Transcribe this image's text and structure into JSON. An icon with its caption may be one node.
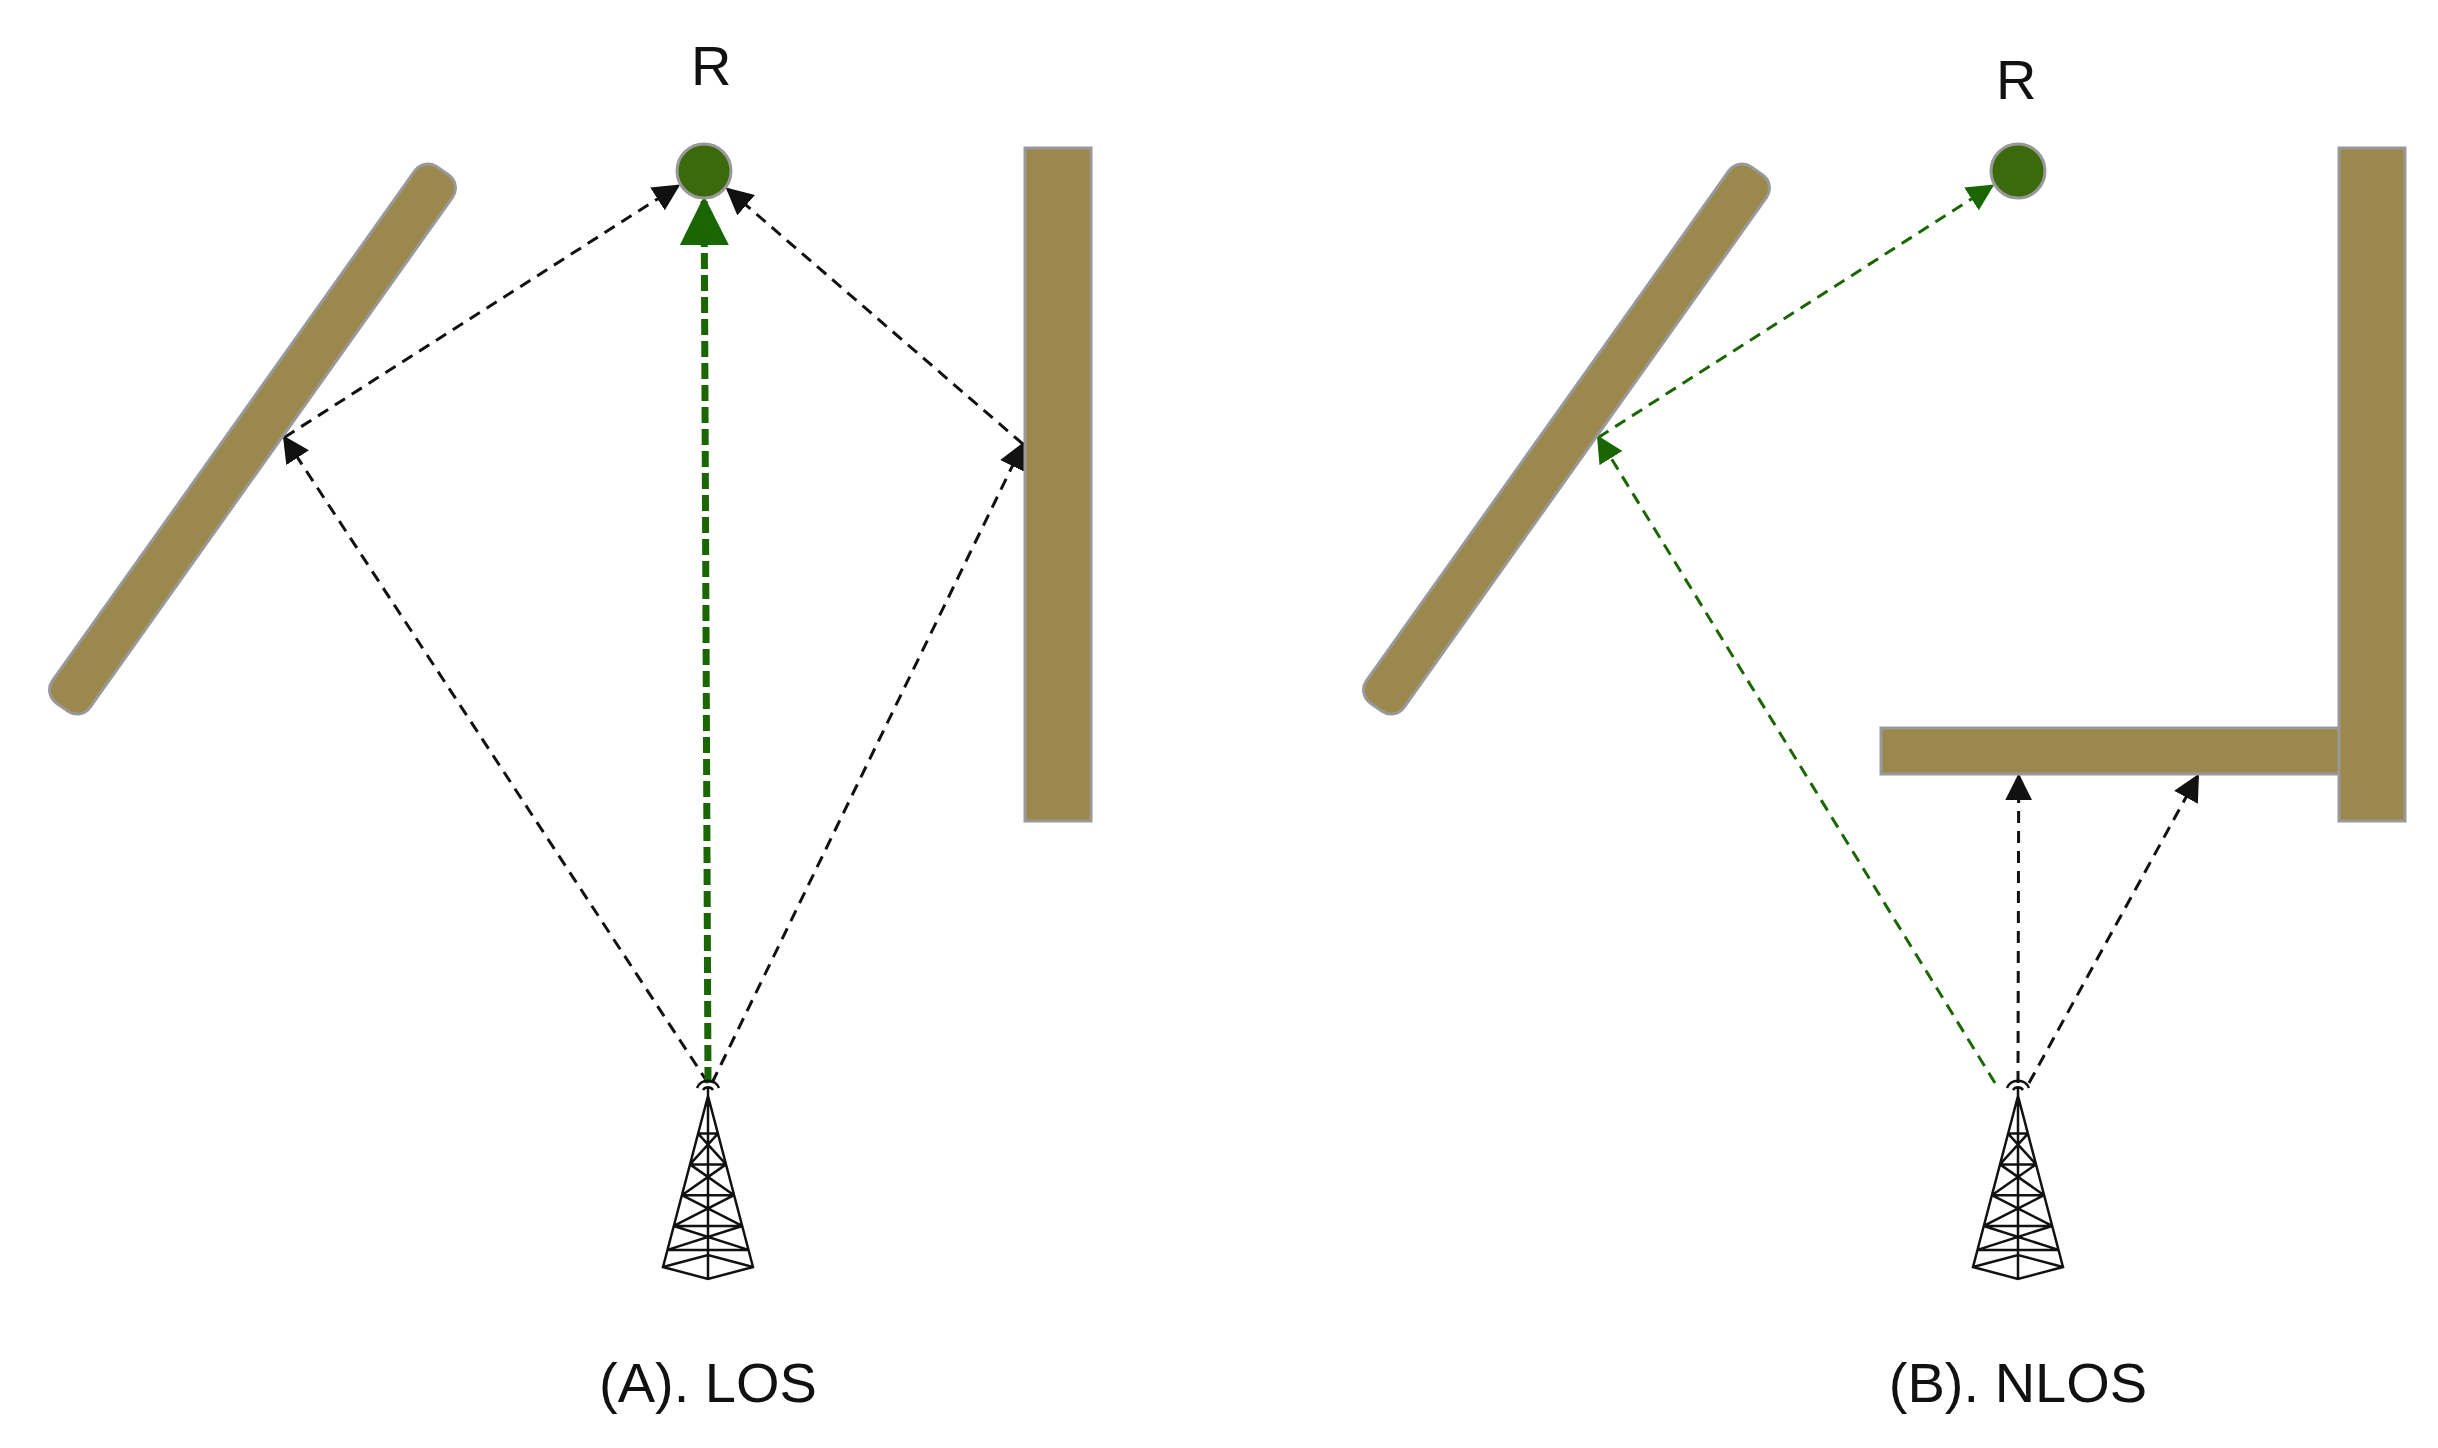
{
  "diagram": {
    "nodes": [
      {
        "text": [
          "R"
        ]
      },
      {
        "text": [],
        "shape": "tower"
      },
      {
        "text": [],
        "shape": "bar"
      },
      {
        "text": [],
        "shape": "bar"
      },
      {
        "text": [
          "R"
        ]
      },
      {
        "text": [],
        "shape": "tower"
      },
      {
        "text": [],
        "shape": "bar"
      },
      {
        "text": [],
        "shape": "bar"
      },
      {
        "text": [],
        "shape": "bar"
      }
    ],
    "edges": [
      {
        "from": 1,
        "to": 2,
        "arrow": "to",
        "style": "dashed"
      },
      {
        "from": 2,
        "to": 0,
        "arrow": "to",
        "style": "dashed"
      },
      {
        "from": 1,
        "to": 3,
        "arrow": "to",
        "style": "dashed"
      },
      {
        "from": 3,
        "to": 0,
        "arrow": "to",
        "style": "dashed"
      },
      {
        "from": 1,
        "to": 0,
        "arrow": "to",
        "style": "dashed",
        "color": "#1a6600"
      },
      {
        "from": 5,
        "to": 6,
        "arrow": "to",
        "style": "dashed",
        "color": "#1a6600"
      },
      {
        "from": 6,
        "to": 4,
        "arrow": "to",
        "style": "dashed",
        "color": "#1a6600"
      },
      {
        "from": 5,
        "to": 7,
        "arrow": "to",
        "style": "dashed"
      },
      {
        "from": 5,
        "to": 7,
        "arrow": "to",
        "style": "dashed"
      }
    ],
    "labels": [
      "(A). LOS",
      "(B). NLOS"
    ]
  }
}
